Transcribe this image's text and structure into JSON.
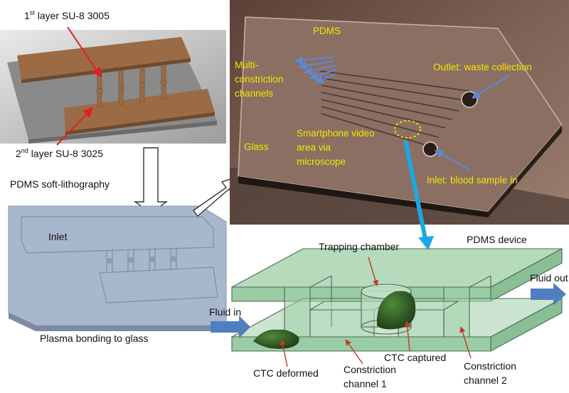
{
  "fabrication": {
    "layer1_num": "1",
    "layer1_sup": "st",
    "layer1_text": " layer SU-8 3005",
    "layer2_num": "2",
    "layer2_sup": "nd",
    "layer2_text": " layer SU-8 3025",
    "pdms_softlitho": "PDMS soft-lithography",
    "inlet": "Inlet",
    "plasma_bonding": "Plasma bonding to glass"
  },
  "photo": {
    "pdms": "PDMS",
    "multi_line1": "Multi-",
    "multi_line2": "constriction",
    "multi_line3": "channels",
    "outlet": "Outlet: waste collection",
    "glass": "Glass",
    "smart_line1": "Smartphone video",
    "smart_line2": "area via",
    "smart_line3": "microscope",
    "inlet_blood": "Inlet: blood sample in"
  },
  "device": {
    "pdms_device": "PDMS device",
    "trapping_chamber": "Trapping chamber",
    "fluid_in": "Fluid in",
    "fluid_out": "Fluid out",
    "ctc_captured": "CTC captured",
    "ctc_deformed": "CTC deformed",
    "constriction1_line1": "Constriction",
    "constriction1_line2": "channel 1",
    "constriction2_line1": "Constriction",
    "constriction2_line2": "channel 2"
  },
  "colors": {
    "su8": "#9a6b45",
    "pdms_blue": "#a9b7cc",
    "photo_bg": "#6e5448",
    "label_yellow": "#f2e600",
    "arrow_blue": "#1aa8e6",
    "chip_green": "#8fc79b",
    "cell_green": "#2f5a26",
    "flow_blue": "#4f7fc0",
    "pointer_red": "#c0392b"
  }
}
